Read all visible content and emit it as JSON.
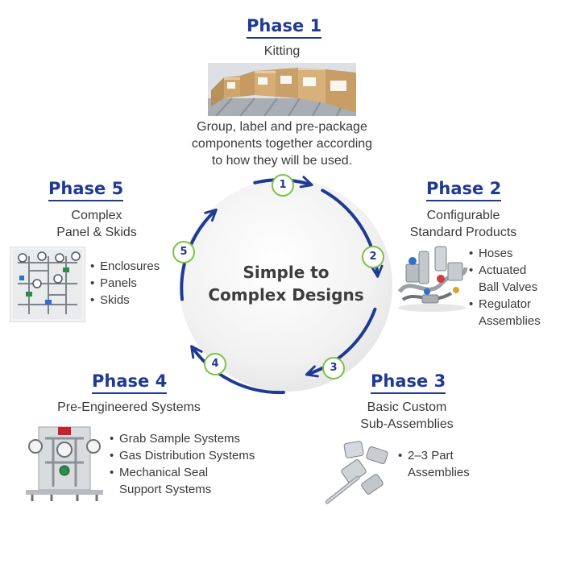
{
  "center": {
    "line1": "Simple to",
    "line2": "Complex Designs"
  },
  "colors": {
    "primary": "#1f3a93",
    "accent": "#7cc243",
    "text": "#3a3a3a"
  },
  "steps": [
    "1",
    "2",
    "3",
    "4",
    "5"
  ],
  "phases": [
    {
      "title": "Phase 1",
      "subtitle": [
        "Kitting"
      ],
      "description": [
        "Group, label and pre-package",
        "components together according",
        "to how they will be used."
      ],
      "bullets": [],
      "image": "kitting-boxes-photo"
    },
    {
      "title": "Phase 2",
      "subtitle": [
        "Configurable",
        "Standard Products"
      ],
      "bullets": [
        [
          "Hoses"
        ],
        [
          "Actuated",
          "Ball Valves"
        ],
        [
          "Regulator",
          "Assemblies"
        ]
      ],
      "image": "standard-products-photo"
    },
    {
      "title": "Phase 3",
      "subtitle": [
        "Basic Custom",
        "Sub-Assemblies"
      ],
      "bullets": [
        [
          "2–3 Part",
          "Assemblies"
        ]
      ],
      "image": "sub-assembly-fittings-photo"
    },
    {
      "title": "Phase 4",
      "subtitle": [
        "Pre-Engineered Systems"
      ],
      "bullets": [
        [
          "Grab Sample Systems"
        ],
        [
          "Gas Distribution Systems"
        ],
        [
          "Mechanical Seal",
          "Support Systems"
        ]
      ],
      "image": "pre-engineered-system-photo"
    },
    {
      "title": "Phase 5",
      "subtitle": [
        "Complex",
        "Panel & Skids"
      ],
      "bullets": [
        [
          "Enclosures"
        ],
        [
          "Panels"
        ],
        [
          "Skids"
        ]
      ],
      "image": "panel-skid-photo"
    }
  ]
}
